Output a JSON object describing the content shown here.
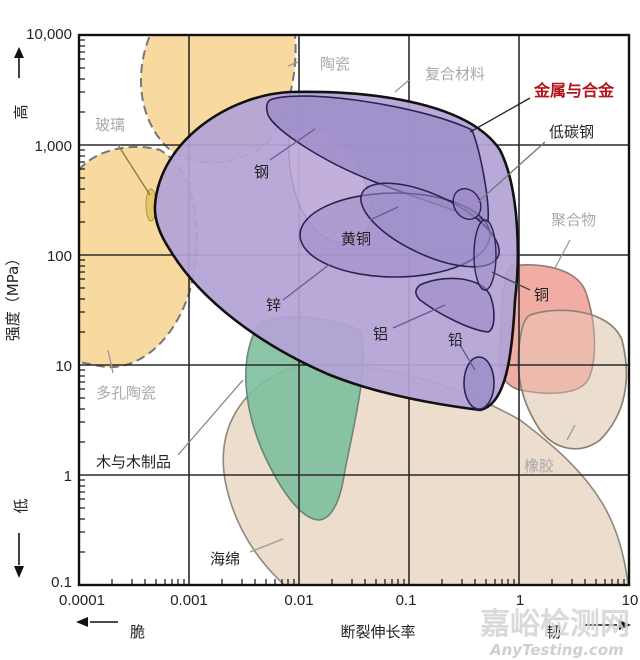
{
  "chart_data": {
    "type": "area",
    "title": "",
    "xlabel": "断裂伸长率",
    "ylabel": "强度（MPa）",
    "x_scale": "log",
    "y_scale": "log",
    "xlim": [
      0.0001,
      10
    ],
    "ylim": [
      0.1,
      10000
    ],
    "grid": true,
    "x_ticks": [
      "0.0001",
      "0.001",
      "0.01",
      "0.1",
      "1",
      "10"
    ],
    "y_ticks": [
      "10,000",
      "1,000",
      "100",
      "10",
      "1",
      "0.1"
    ],
    "x_direction_labels": {
      "left": "脆",
      "right": "韧"
    },
    "y_direction_labels": {
      "top": "高",
      "bottom": "低"
    },
    "regions": [
      {
        "name": "陶瓷",
        "color": "#f8d9a0",
        "x_range": [
          0.0003,
          0.01
        ],
        "y_range": [
          800,
          10000
        ],
        "outline": "dashed"
      },
      {
        "name": "玻璃",
        "color": "#e6c766",
        "x_range": [
          0.00045,
          0.0005
        ],
        "y_range": [
          250,
          450
        ]
      },
      {
        "name": "多孔陶瓷",
        "color": "#f8d9a0",
        "x_range": [
          0.0001,
          0.0008
        ],
        "y_range": [
          10,
          1000
        ],
        "outline": "dashed"
      },
      {
        "name": "金属与合金",
        "color": "#b3a3d6",
        "x_range": [
          0.0006,
          1
        ],
        "y_range": [
          4,
          3000
        ]
      },
      {
        "name": "钢",
        "color": "#9c8cc8",
        "x_range": [
          0.01,
          0.6
        ],
        "y_range": [
          300,
          3000
        ]
      },
      {
        "name": "低碳钢",
        "color": "#9c8cc8",
        "x_range": [
          0.3,
          0.5
        ],
        "y_range": [
          200,
          500
        ]
      },
      {
        "name": "黄铜",
        "color": "#9c8cc8",
        "x_range": [
          0.02,
          0.9
        ],
        "y_range": [
          60,
          500
        ]
      },
      {
        "name": "铜",
        "color": "#9c8cc8",
        "x_range": [
          0.3,
          0.7
        ],
        "y_range": [
          40,
          400
        ]
      },
      {
        "name": "锌",
        "color": "#9c8cc8",
        "x_range": [
          0.02,
          0.2
        ],
        "y_range": [
          70,
          350
        ]
      },
      {
        "name": "铝",
        "color": "#9c8cc8",
        "x_range": [
          0.1,
          0.7
        ],
        "y_range": [
          30,
          300
        ]
      },
      {
        "name": "铅",
        "color": "#9c8cc8",
        "x_range": [
          0.3,
          0.6
        ],
        "y_range": [
          4,
          15
        ]
      },
      {
        "name": "聚合物",
        "color": "#f0a49a",
        "x_range": [
          0.6,
          5
        ],
        "y_range": [
          7,
          100
        ]
      },
      {
        "name": "橡胶",
        "color": "#ecdccb",
        "x_range": [
          1,
          8
        ],
        "y_range": [
          2,
          30
        ]
      },
      {
        "name": "木与木制品",
        "color": "#7fbf9f",
        "x_range": [
          0.003,
          0.05
        ],
        "y_range": [
          0.4,
          40
        ]
      },
      {
        "name": "海绵",
        "color": "#ecdccb",
        "x_range": [
          0.002,
          10
        ],
        "y_range": [
          0.1,
          10
        ]
      },
      {
        "name": "复合材料",
        "color": "#c9b8e0",
        "x_range": [
          0.01,
          0.2
        ],
        "y_range": [
          100,
          3000
        ]
      }
    ]
  },
  "labels": {
    "ceramics": "陶瓷",
    "composites": "复合材料",
    "metals": "金属与合金",
    "low_carbon_steel": "低碳钢",
    "glass": "玻璃",
    "steel": "钢",
    "brass": "黄铜",
    "polymers": "聚合物",
    "copper": "铜",
    "zinc": "锌",
    "aluminum": "铝",
    "lead": "铅",
    "porous_ceramics": "多孔陶瓷",
    "wood": "木与木制品",
    "rubber": "橡胶",
    "sponge": "海绵"
  },
  "axes": {
    "y_title": "强度（MPa）",
    "y_high": "高",
    "y_low": "低",
    "x_title": "断裂伸长率",
    "x_brittle": "脆",
    "x_tough": "韧",
    "y_ticks": [
      "10,000",
      "1,000",
      "100",
      "10",
      "1",
      "0.1"
    ],
    "x_ticks": [
      "0.0001",
      "0.001",
      "0.01",
      "0.1",
      "1",
      "10"
    ]
  },
  "watermark": {
    "cn": "嘉峪检测网",
    "en": "AnyTesting.com"
  }
}
